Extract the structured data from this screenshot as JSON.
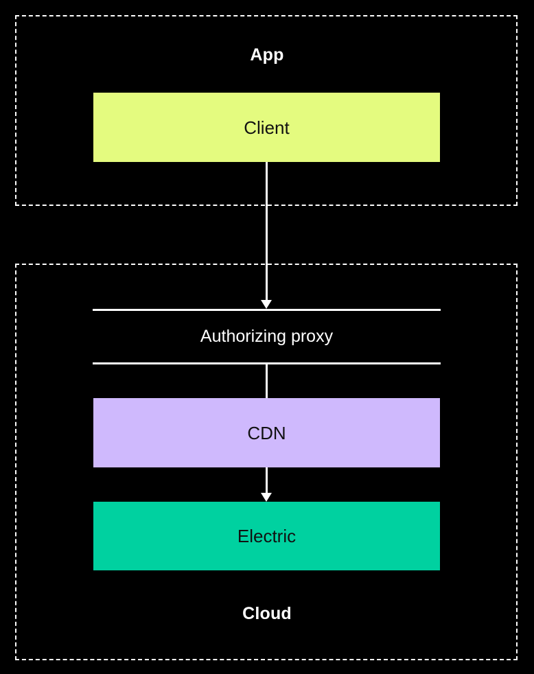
{
  "diagram": {
    "type": "flowchart",
    "background_color": "#000000",
    "groups": [
      {
        "id": "app",
        "title": "App",
        "border_style": "dashed",
        "border_color": "#ffffff",
        "title_position": "top"
      },
      {
        "id": "cloud",
        "title": "Cloud",
        "border_style": "dashed",
        "border_color": "#ffffff",
        "title_position": "bottom"
      }
    ],
    "nodes": [
      {
        "id": "client",
        "label": "Client",
        "shape": "rectangle",
        "fill_color": "#e4fb7f",
        "text_color": "#111111",
        "group": "app"
      },
      {
        "id": "authorizing-proxy",
        "label": "Authorizing proxy",
        "shape": "band",
        "fill_color": "#000000",
        "rule_color": "#ffffff",
        "text_color": "#ffffff",
        "group": "cloud"
      },
      {
        "id": "cdn",
        "label": "CDN",
        "shape": "rectangle",
        "fill_color": "#cfb9fd",
        "text_color": "#111111",
        "group": "cloud"
      },
      {
        "id": "electric",
        "label": "Electric",
        "shape": "rectangle",
        "fill_color": "#00d1a0",
        "text_color": "#111111",
        "group": "cloud"
      }
    ],
    "edges": [
      {
        "id": "client-to-proxy",
        "from": "client",
        "to": "authorizing-proxy",
        "arrow": true,
        "color": "#ffffff"
      },
      {
        "id": "proxy-to-cdn",
        "from": "authorizing-proxy",
        "to": "cdn",
        "arrow": false,
        "color": "#ffffff"
      },
      {
        "id": "cdn-to-electric",
        "from": "cdn",
        "to": "electric",
        "arrow": true,
        "color": "#ffffff"
      }
    ]
  }
}
